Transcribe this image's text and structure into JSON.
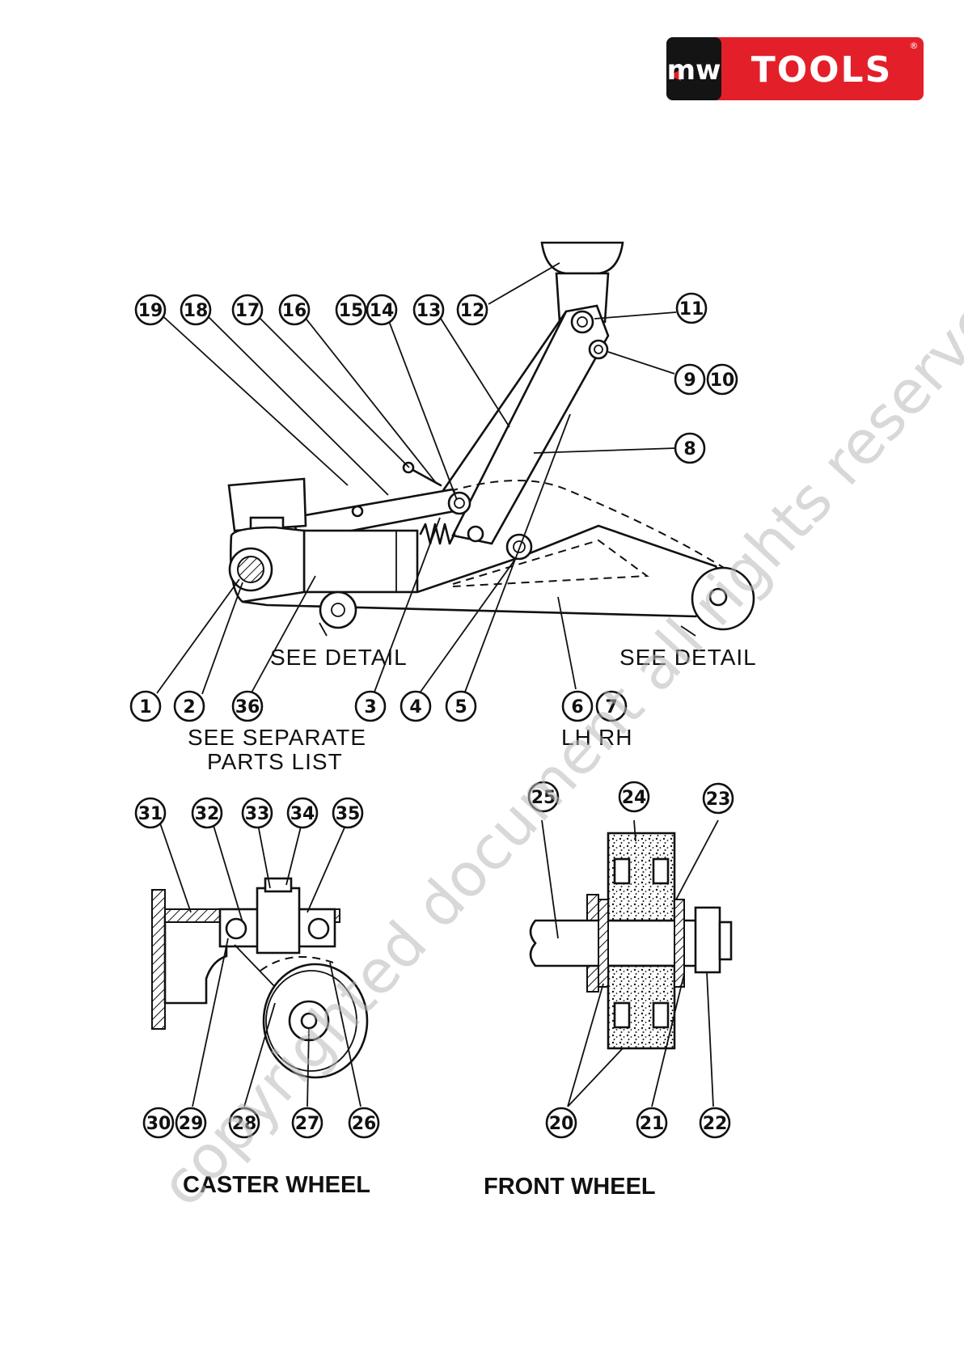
{
  "brand": {
    "mark": "mw",
    "name": "TOOLS",
    "registered": "®",
    "color_red": "#e3202a",
    "color_black": "#141414"
  },
  "watermark": "copyrighted document all rights reserved by FBC",
  "main_diagram": {
    "see_detail_left": "SEE DETAIL",
    "see_detail_right": "SEE DETAIL",
    "separate_line1": "SEE SEPARATE",
    "separate_line2": "PARTS LIST",
    "lh": "LH",
    "rh": "RH"
  },
  "caster_wheel": {
    "title": "CASTER WHEEL"
  },
  "front_wheel": {
    "title": "FRONT WHEEL"
  },
  "callouts": {
    "c1": "1",
    "c2": "2",
    "c3": "3",
    "c4": "4",
    "c5": "5",
    "c6": "6",
    "c7": "7",
    "c8": "8",
    "c9": "9",
    "c10": "10",
    "c11": "11",
    "c12": "12",
    "c13": "13",
    "c14": "14",
    "c15": "15",
    "c16": "16",
    "c17": "17",
    "c18": "18",
    "c19": "19",
    "c20": "20",
    "c21": "21",
    "c22": "22",
    "c23": "23",
    "c24": "24",
    "c25": "25",
    "c26": "26",
    "c27": "27",
    "c28": "28",
    "c29": "29",
    "c30": "30",
    "c31": "31",
    "c32": "32",
    "c33": "33",
    "c34": "34",
    "c35": "35",
    "c36": "36"
  }
}
